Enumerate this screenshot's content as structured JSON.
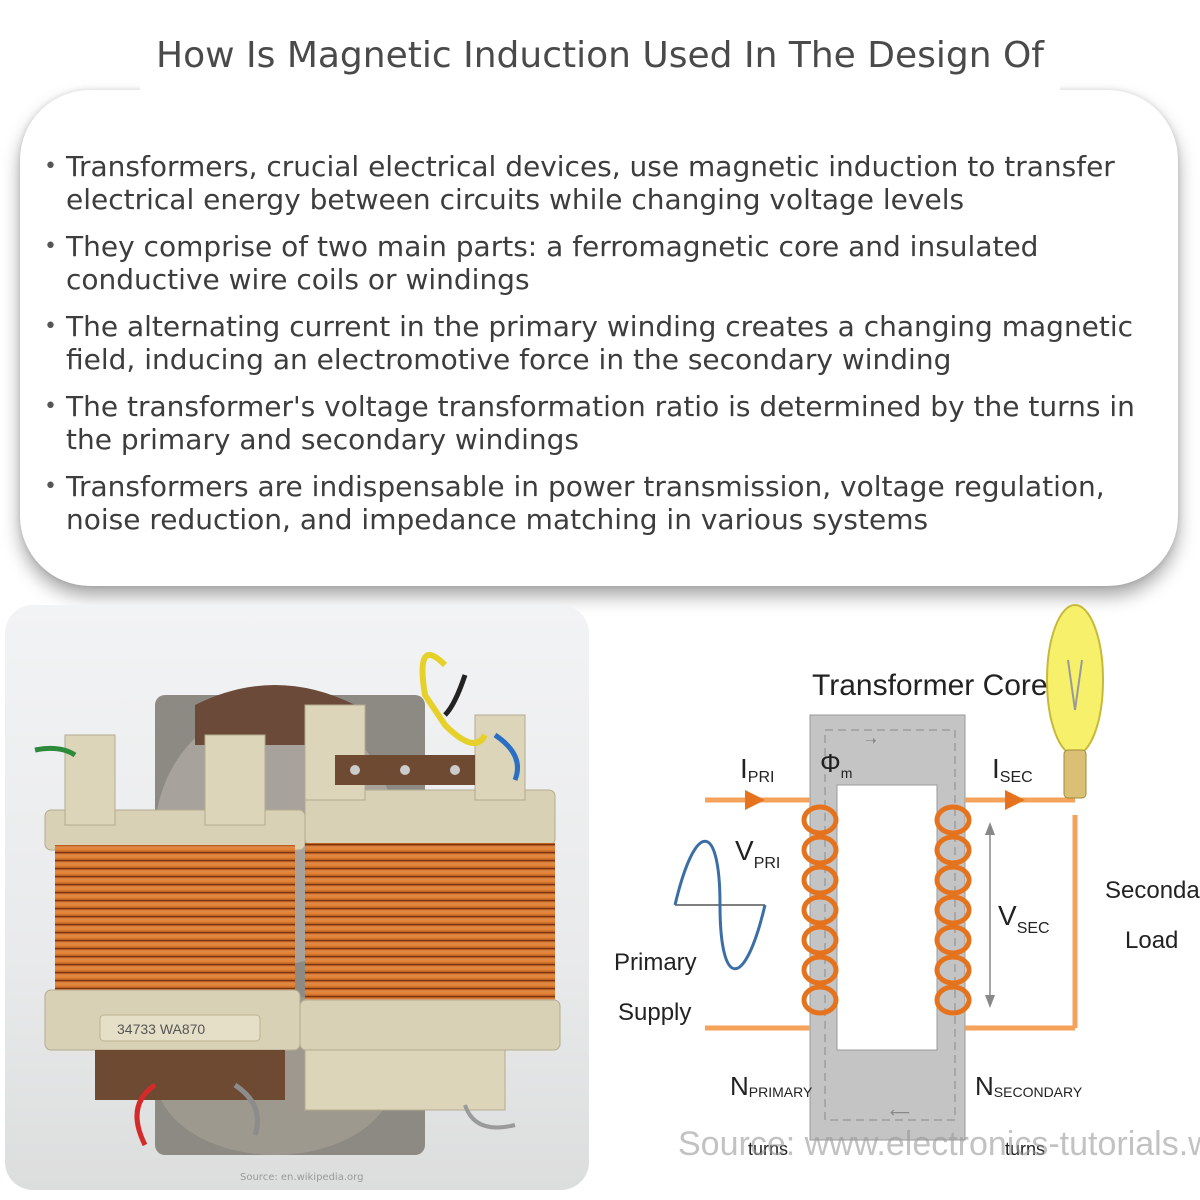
{
  "title": "How Is Magnetic Induction Used In The Design Of Transformers?",
  "bullets": [
    "Transformers, crucial electrical devices, use magnetic induction to transfer electrical energy between circuits while changing voltage levels",
    "They comprise of two main parts: a ferromagnetic core and insulated conductive wire coils or windings",
    "The alternating current in the primary winding creates a changing magnetic field, inducing an electromotive force in the secondary winding",
    "The transformer's voltage transformation ratio is determined by the turns in the primary and secondary windings",
    "Transformers are indispensable in power transmission, voltage regulation, noise reduction, and impedance matching in various systems"
  ],
  "bullet_glyph": "•",
  "photo": {
    "label_code": "34733 WA870",
    "source": "Source: en.wikipedia.org"
  },
  "diagram": {
    "core_label": "Transformer Core",
    "i_pri": "I",
    "i_pri_sub": "PRI",
    "phi": "Φ",
    "phi_sub": "m",
    "i_sec": "I",
    "i_sec_sub": "SEC",
    "v_pri": "V",
    "v_pri_sub": "PRI",
    "v_sec": "V",
    "v_sec_sub": "SEC",
    "primary_supply_1": "Primary",
    "primary_supply_2": "Supply",
    "secondary_load_1": "Secondary",
    "secondary_load_2": "Load",
    "n_primary": "N",
    "n_primary_sub": "PRIMARY",
    "n_primary_turns": "turns",
    "n_secondary": "N",
    "n_secondary_sub": "SECONDARY",
    "n_secondary_turns": "turns",
    "source": "Source: www.electronics-tutorials.ws"
  },
  "colors": {
    "wire": "#f5a25a",
    "coil": "#e5731e",
    "core": "#c4c4c4",
    "sine": "#3a6ea5",
    "bulb": "#f7f06a"
  }
}
